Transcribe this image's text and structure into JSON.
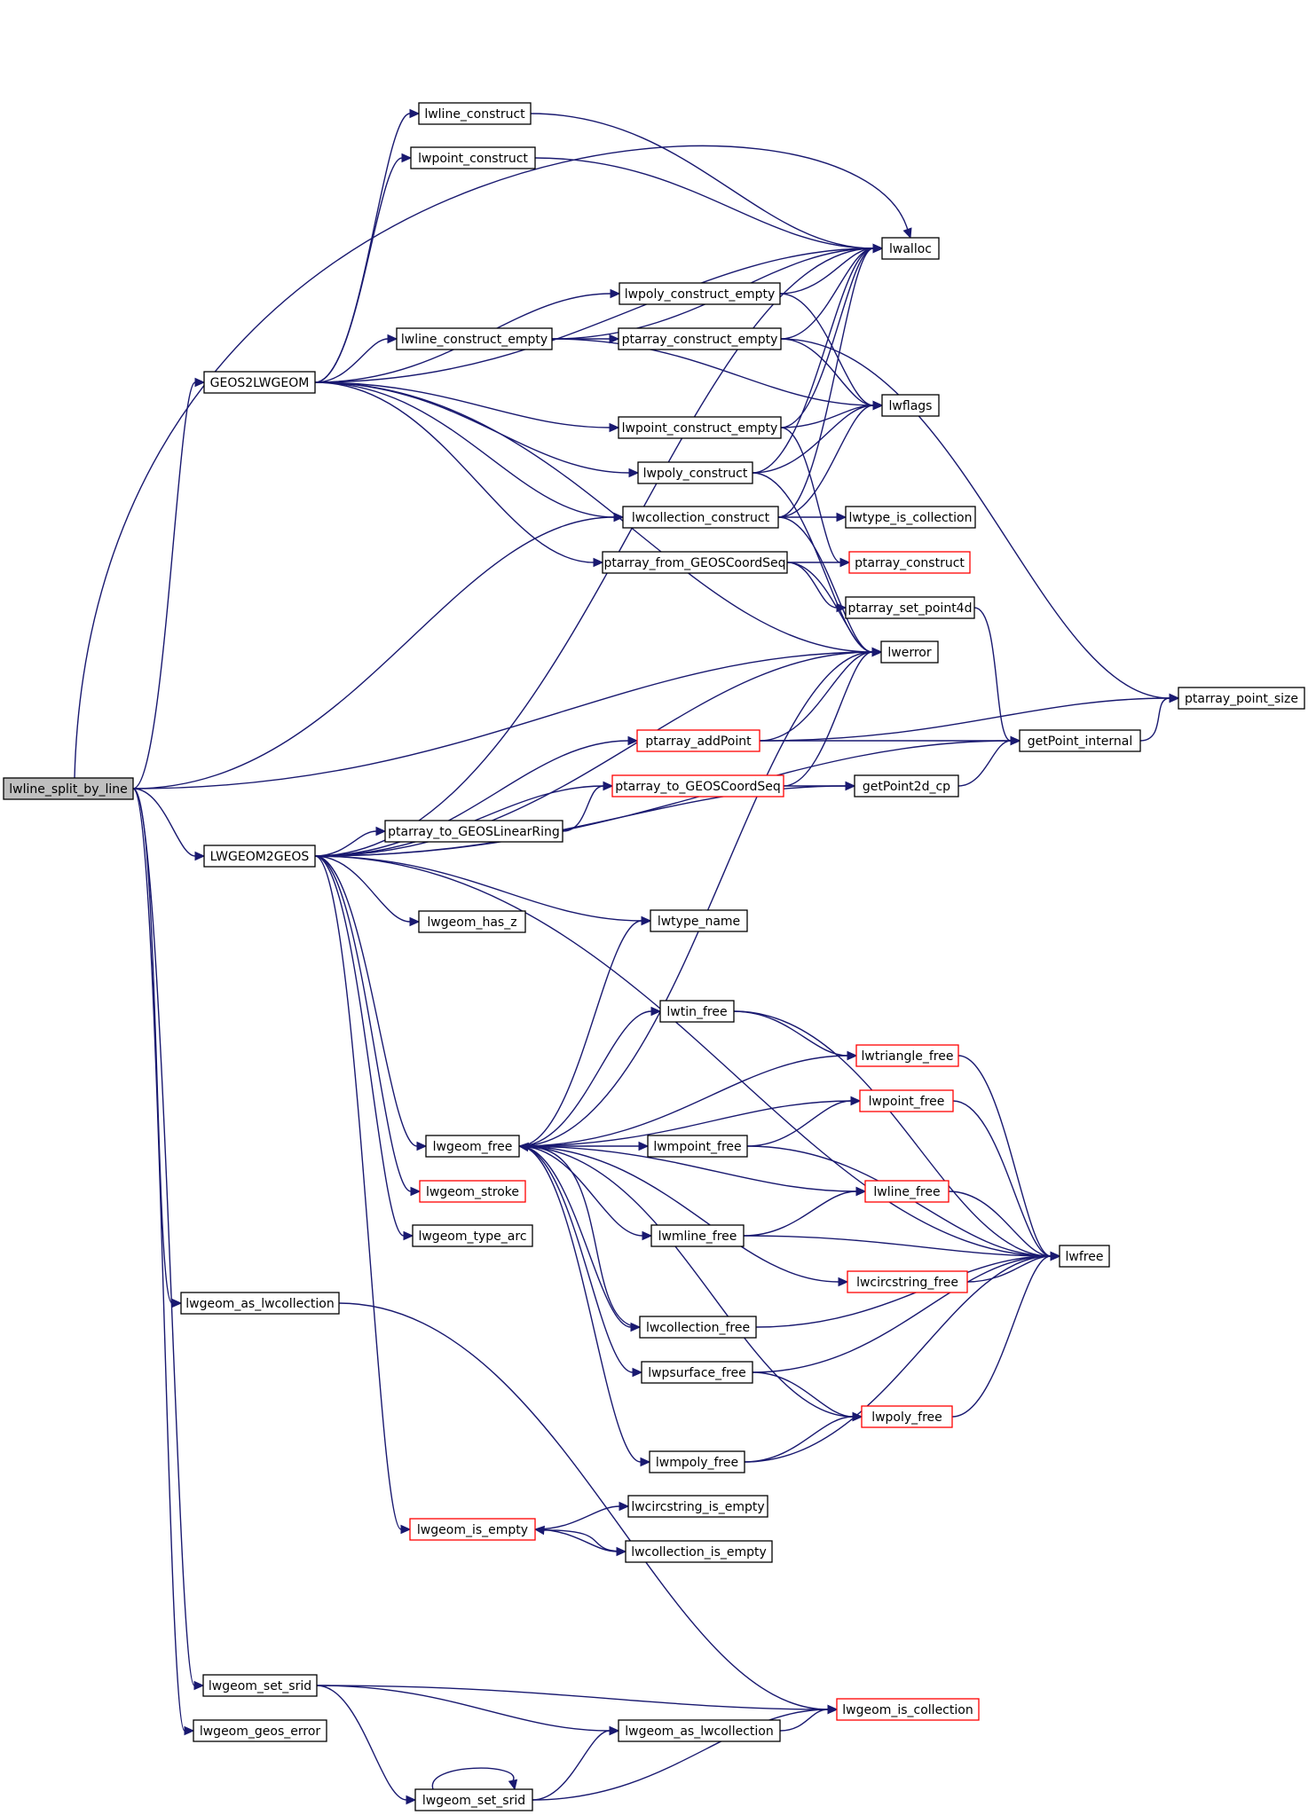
{
  "nodes": {
    "lwline_split_by_line": {
      "label": "lwline_split_by_line",
      "root": true
    },
    "GEOS2LWGEOM": {
      "label": "GEOS2LWGEOM"
    },
    "LWGEOM2GEOS": {
      "label": "LWGEOM2GEOS"
    },
    "lwgeom_as_lwcollection_1": {
      "label": "lwgeom_as_lwcollection"
    },
    "lwgeom_set_srid_1": {
      "label": "lwgeom_set_srid"
    },
    "lwgeom_geos_error": {
      "label": "lwgeom_geos_error"
    },
    "lwline_construct": {
      "label": "lwline_construct"
    },
    "lwpoint_construct": {
      "label": "lwpoint_construct"
    },
    "lwalloc": {
      "label": "lwalloc"
    },
    "lwpoly_construct_empty": {
      "label": "lwpoly_construct_empty"
    },
    "lwline_construct_empty": {
      "label": "lwline_construct_empty"
    },
    "ptarray_construct_empty": {
      "label": "ptarray_construct_empty"
    },
    "lwflags": {
      "label": "lwflags"
    },
    "lwpoint_construct_empty": {
      "label": "lwpoint_construct_empty"
    },
    "lwpoly_construct": {
      "label": "lwpoly_construct"
    },
    "lwcollection_construct": {
      "label": "lwcollection_construct"
    },
    "lwtype_is_collection": {
      "label": "lwtype_is_collection"
    },
    "ptarray_from_GEOSCoordSeq": {
      "label": "ptarray_from_GEOSCoordSeq"
    },
    "ptarray_construct": {
      "label": "ptarray_construct",
      "red": true
    },
    "ptarray_set_point4d": {
      "label": "ptarray_set_point4d"
    },
    "lwerror": {
      "label": "lwerror"
    },
    "ptarray_point_size": {
      "label": "ptarray_point_size"
    },
    "ptarray_addPoint": {
      "label": "ptarray_addPoint",
      "red": true
    },
    "getPoint_internal": {
      "label": "getPoint_internal"
    },
    "ptarray_to_GEOSCoordSeq": {
      "label": "ptarray_to_GEOSCoordSeq",
      "red": true
    },
    "getPoint2d_cp": {
      "label": "getPoint2d_cp"
    },
    "ptarray_to_GEOSLinearRing": {
      "label": "ptarray_to_GEOSLinearRing"
    },
    "lwgeom_has_z": {
      "label": "lwgeom_has_z"
    },
    "lwtype_name": {
      "label": "lwtype_name"
    },
    "lwtin_free": {
      "label": "lwtin_free"
    },
    "lwtriangle_free": {
      "label": "lwtriangle_free",
      "red": true
    },
    "lwpoint_free": {
      "label": "lwpoint_free",
      "red": true
    },
    "lwgeom_free": {
      "label": "lwgeom_free"
    },
    "lwmpoint_free": {
      "label": "lwmpoint_free"
    },
    "lwline_free": {
      "label": "lwline_free",
      "red": true
    },
    "lwgeom_stroke": {
      "label": "lwgeom_stroke",
      "red": true
    },
    "lwmline_free": {
      "label": "lwmline_free"
    },
    "lwfree": {
      "label": "lwfree"
    },
    "lwgeom_type_arc": {
      "label": "lwgeom_type_arc"
    },
    "lwcircstring_free": {
      "label": "lwcircstring_free",
      "red": true
    },
    "lwcollection_free": {
      "label": "lwcollection_free"
    },
    "lwpsurface_free": {
      "label": "lwpsurface_free"
    },
    "lwpoly_free": {
      "label": "lwpoly_free",
      "red": true
    },
    "lwmpoly_free": {
      "label": "lwmpoly_free"
    },
    "lwcircstring_is_empty": {
      "label": "lwcircstring_is_empty"
    },
    "lwgeom_is_empty": {
      "label": "lwgeom_is_empty",
      "red": true
    },
    "lwcollection_is_empty": {
      "label": "lwcollection_is_empty"
    },
    "lwgeom_is_collection": {
      "label": "lwgeom_is_collection",
      "red": true
    },
    "lwgeom_as_lwcollection_2": {
      "label": "lwgeom_as_lwcollection"
    },
    "lwgeom_set_srid_2": {
      "label": "lwgeom_set_srid"
    }
  },
  "edges": [
    [
      "lwline_split_by_line",
      "GEOS2LWGEOM"
    ],
    [
      "lwline_split_by_line",
      "LWGEOM2GEOS"
    ],
    [
      "lwline_split_by_line",
      "lwgeom_as_lwcollection_1"
    ],
    [
      "lwline_split_by_line",
      "lwgeom_set_srid_1"
    ],
    [
      "lwline_split_by_line",
      "lwgeom_geos_error"
    ],
    [
      "lwline_split_by_line",
      "lwalloc"
    ],
    [
      "lwline_split_by_line",
      "lwcollection_construct"
    ],
    [
      "lwline_split_by_line",
      "lwerror"
    ],
    [
      "GEOS2LWGEOM",
      "lwline_construct"
    ],
    [
      "GEOS2LWGEOM",
      "lwpoint_construct"
    ],
    [
      "GEOS2LWGEOM",
      "lwalloc"
    ],
    [
      "GEOS2LWGEOM",
      "lwpoly_construct_empty"
    ],
    [
      "GEOS2LWGEOM",
      "lwline_construct_empty"
    ],
    [
      "GEOS2LWGEOM",
      "lwpoint_construct_empty"
    ],
    [
      "GEOS2LWGEOM",
      "lwpoly_construct"
    ],
    [
      "GEOS2LWGEOM",
      "lwcollection_construct"
    ],
    [
      "GEOS2LWGEOM",
      "ptarray_from_GEOSCoordSeq"
    ],
    [
      "GEOS2LWGEOM",
      "lwerror"
    ],
    [
      "lwline_construct",
      "lwalloc"
    ],
    [
      "lwpoint_construct",
      "lwalloc"
    ],
    [
      "lwpoly_construct_empty",
      "lwalloc"
    ],
    [
      "lwpoly_construct_empty",
      "lwflags"
    ],
    [
      "lwline_construct_empty",
      "lwalloc"
    ],
    [
      "lwline_construct_empty",
      "ptarray_construct_empty"
    ],
    [
      "lwline_construct_empty",
      "lwflags"
    ],
    [
      "ptarray_construct_empty",
      "lwalloc"
    ],
    [
      "ptarray_construct_empty",
      "lwflags"
    ],
    [
      "ptarray_construct_empty",
      "ptarray_point_size"
    ],
    [
      "lwpoint_construct_empty",
      "lwalloc"
    ],
    [
      "lwpoint_construct_empty",
      "lwflags"
    ],
    [
      "lwpoint_construct_empty",
      "ptarray_construct"
    ],
    [
      "lwpoly_construct",
      "lwalloc"
    ],
    [
      "lwpoly_construct",
      "lwflags"
    ],
    [
      "lwpoly_construct",
      "lwerror"
    ],
    [
      "lwcollection_construct",
      "lwalloc"
    ],
    [
      "lwcollection_construct",
      "lwflags"
    ],
    [
      "lwcollection_construct",
      "lwtype_is_collection"
    ],
    [
      "lwcollection_construct",
      "lwerror"
    ],
    [
      "ptarray_from_GEOSCoordSeq",
      "ptarray_construct"
    ],
    [
      "ptarray_from_GEOSCoordSeq",
      "ptarray_set_point4d"
    ],
    [
      "ptarray_from_GEOSCoordSeq",
      "lwerror"
    ],
    [
      "ptarray_set_point4d",
      "getPoint_internal"
    ],
    [
      "getPoint_internal",
      "ptarray_point_size"
    ],
    [
      "ptarray_addPoint",
      "lwerror"
    ],
    [
      "ptarray_addPoint",
      "getPoint_internal"
    ],
    [
      "ptarray_addPoint",
      "ptarray_point_size"
    ],
    [
      "ptarray_to_GEOSCoordSeq",
      "lwerror"
    ],
    [
      "ptarray_to_GEOSCoordSeq",
      "getPoint2d_cp"
    ],
    [
      "getPoint2d_cp",
      "getPoint_internal"
    ],
    [
      "ptarray_to_GEOSLinearRing",
      "ptarray_to_GEOSCoordSeq"
    ],
    [
      "LWGEOM2GEOS",
      "lwalloc"
    ],
    [
      "LWGEOM2GEOS",
      "lwerror"
    ],
    [
      "LWGEOM2GEOS",
      "ptarray_addPoint"
    ],
    [
      "LWGEOM2GEOS",
      "ptarray_to_GEOSCoordSeq"
    ],
    [
      "LWGEOM2GEOS",
      "ptarray_to_GEOSLinearRing"
    ],
    [
      "LWGEOM2GEOS",
      "getPoint2d_cp"
    ],
    [
      "LWGEOM2GEOS",
      "lwgeom_has_z"
    ],
    [
      "LWGEOM2GEOS",
      "getPoint_internal"
    ],
    [
      "LWGEOM2GEOS",
      "lwtype_name"
    ],
    [
      "LWGEOM2GEOS",
      "lwgeom_free"
    ],
    [
      "LWGEOM2GEOS",
      "lwgeom_stroke"
    ],
    [
      "LWGEOM2GEOS",
      "lwgeom_type_arc"
    ],
    [
      "LWGEOM2GEOS",
      "lwgeom_is_empty"
    ],
    [
      "LWGEOM2GEOS",
      "lwfree"
    ],
    [
      "lwgeom_free",
      "lwtype_name"
    ],
    [
      "lwgeom_free",
      "lwerror"
    ],
    [
      "lwgeom_free",
      "lwtin_free"
    ],
    [
      "lwgeom_free",
      "lwtriangle_free"
    ],
    [
      "lwgeom_free",
      "lwpoint_free"
    ],
    [
      "lwgeom_free",
      "lwmpoint_free"
    ],
    [
      "lwgeom_free",
      "lwline_free"
    ],
    [
      "lwgeom_free",
      "lwmline_free"
    ],
    [
      "lwgeom_free",
      "lwcircstring_free"
    ],
    [
      "lwgeom_free",
      "lwcollection_free"
    ],
    [
      "lwgeom_free",
      "lwpsurface_free"
    ],
    [
      "lwgeom_free",
      "lwpoly_free"
    ],
    [
      "lwgeom_free",
      "lwmpoly_free"
    ],
    [
      "lwtin_free",
      "lwtriangle_free"
    ],
    [
      "lwtin_free",
      "lwfree"
    ],
    [
      "lwtriangle_free",
      "lwfree"
    ],
    [
      "lwpoint_free",
      "lwfree"
    ],
    [
      "lwmpoint_free",
      "lwpoint_free"
    ],
    [
      "lwmpoint_free",
      "lwfree"
    ],
    [
      "lwline_free",
      "lwfree"
    ],
    [
      "lwmline_free",
      "lwline_free"
    ],
    [
      "lwmline_free",
      "lwfree"
    ],
    [
      "lwcircstring_free",
      "lwfree"
    ],
    [
      "lwcollection_free",
      "lwgeom_free"
    ],
    [
      "lwcollection_free",
      "lwfree"
    ],
    [
      "lwpsurface_free",
      "lwpoly_free"
    ],
    [
      "lwpsurface_free",
      "lwfree"
    ],
    [
      "lwpoly_free",
      "lwfree"
    ],
    [
      "lwmpoly_free",
      "lwpoly_free"
    ],
    [
      "lwmpoly_free",
      "lwfree"
    ],
    [
      "lwgeom_is_empty",
      "lwcircstring_is_empty"
    ],
    [
      "lwgeom_is_empty",
      "lwcollection_is_empty"
    ],
    [
      "lwcollection_is_empty",
      "lwgeom_is_empty"
    ],
    [
      "lwgeom_as_lwcollection_1",
      "lwgeom_is_collection"
    ],
    [
      "lwgeom_set_srid_1",
      "lwgeom_is_collection"
    ],
    [
      "lwgeom_set_srid_1",
      "lwgeom_as_lwcollection_2"
    ],
    [
      "lwgeom_set_srid_1",
      "lwgeom_set_srid_2"
    ],
    [
      "lwgeom_as_lwcollection_2",
      "lwgeom_is_collection"
    ],
    [
      "lwgeom_set_srid_2",
      "lwgeom_as_lwcollection_2"
    ],
    [
      "lwgeom_set_srid_2",
      "lwgeom_is_collection"
    ],
    [
      "lwgeom_set_srid_2",
      "lwgeom_set_srid_2"
    ]
  ]
}
